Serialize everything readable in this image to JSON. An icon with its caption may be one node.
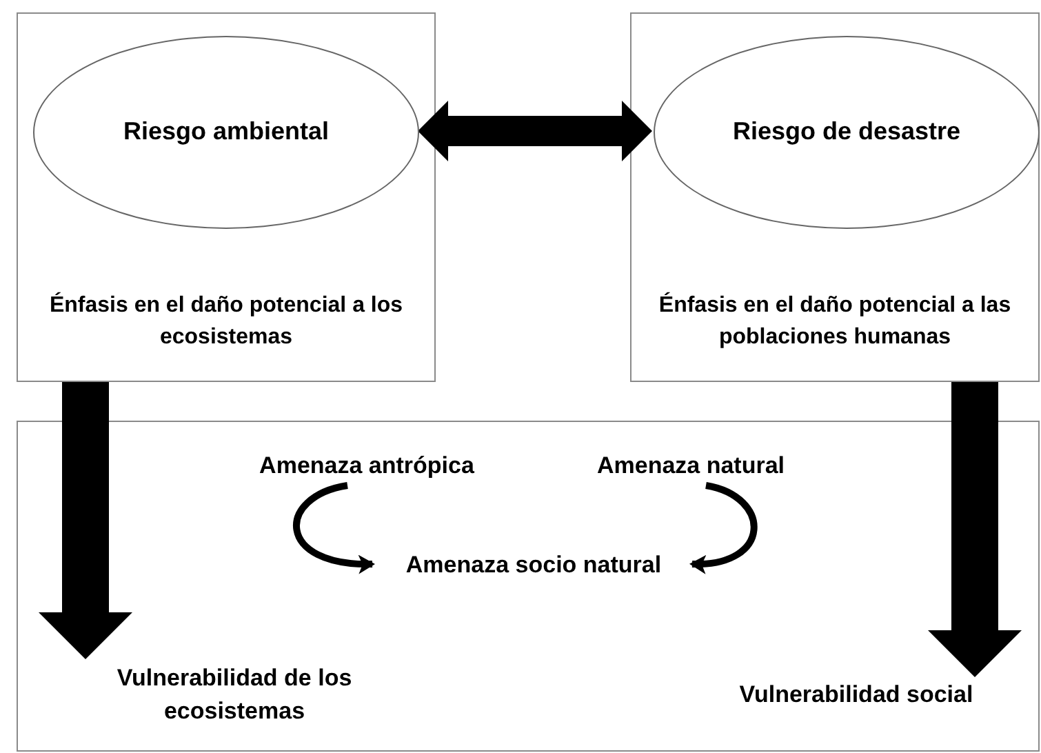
{
  "diagram": {
    "nodes": [
      {
        "text": [
          "Énfasis en el daño potencial a los ecosistemas"
        ]
      },
      {
        "text": [
          "Riesgo ambiental"
        ],
        "in": 0
      },
      {
        "text": [
          "Énfasis en el daño potencial a las poblaciones humanas"
        ]
      },
      {
        "text": [
          "Riesgo de desastre"
        ],
        "in": 2
      },
      {
        "text": [],
        "shape": "box"
      },
      {
        "text": [
          "Amenaza antrópica"
        ],
        "in": 4
      },
      {
        "text": [
          "Amenaza natural"
        ],
        "in": 4
      },
      {
        "text": [
          "Amenaza socio natural"
        ],
        "in": 4
      },
      {
        "text": [
          "Vulnerabilidad de los ecosistemas"
        ],
        "in": 4
      },
      {
        "text": [
          "Vulnerabilidad social"
        ],
        "in": 4
      }
    ],
    "edges": [
      {
        "from": 1,
        "to": 3,
        "arrow": "both"
      },
      {
        "from": 0,
        "to": 8,
        "arrow": "to"
      },
      {
        "from": 2,
        "to": 9,
        "arrow": "to"
      },
      {
        "from": 5,
        "to": 7,
        "arrow": "to"
      },
      {
        "from": 6,
        "to": 7,
        "arrow": "to"
      }
    ]
  }
}
